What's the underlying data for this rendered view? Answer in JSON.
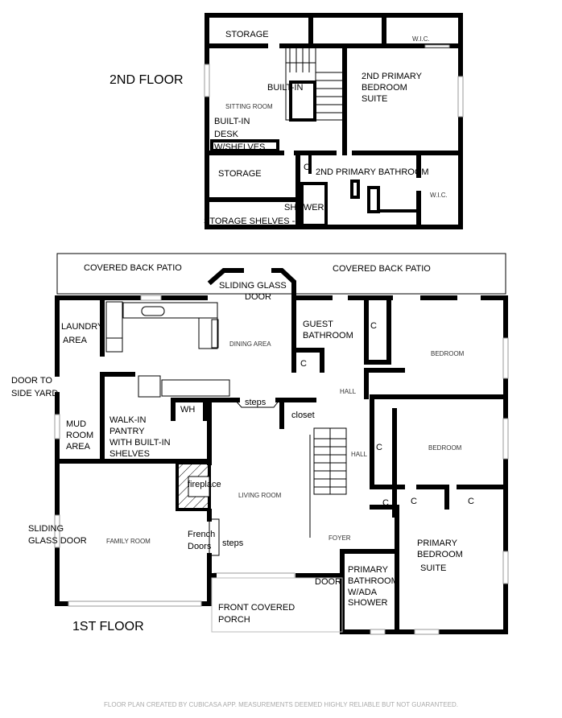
{
  "second_floor": {
    "title": "2ND FLOOR",
    "rooms": {
      "storage_top": "STORAGE",
      "wic_top": "W.I.C.",
      "built_in": "BUILT-IN",
      "sitting_room": "SITTING ROOM",
      "desk_1": "BUILT-IN",
      "desk_2": "DESK",
      "desk_3": "W/SHELVES",
      "suite_1": "2ND PRIMARY",
      "suite_2": "BEDROOM",
      "suite_3": "SUITE",
      "storage_bottom": "STORAGE",
      "closet": "C",
      "bathroom": "2ND PRIMARY BATHROOM",
      "wic_bottom": "W.I.C.",
      "shower": "SHOWER",
      "storage_shelves": "STORAGE SHELVES -->"
    }
  },
  "first_floor": {
    "title": "1ST FLOOR",
    "rooms": {
      "patio_left": "COVERED BACK PATIO",
      "patio_right": "COVERED BACK PATIO",
      "sliding_1": "SLIDING GLASS",
      "sliding_2": "DOOR",
      "laundry_1": "LAUNDRY",
      "laundry_2": "AREA",
      "dining": "DINING AREA",
      "guest_bath_1": "GUEST",
      "guest_bath_2": "BATHROOM",
      "c1": "C",
      "c2": "C",
      "bedroom_1": "BEDROOM",
      "hall_1": "HALL",
      "side_door_1": "DOOR TO",
      "side_door_2": "SIDE YARD",
      "wh": "WH",
      "steps_1": "steps",
      "closet": "closet",
      "mud_1": "MUD",
      "mud_2": "ROOM",
      "mud_3": "AREA",
      "pantry_1": "WALK-IN",
      "pantry_2": "PANTRY",
      "pantry_3": "WITH BUILT-IN",
      "pantry_4": "SHELVES",
      "c3": "C",
      "bedroom_2": "BEDROOM",
      "hall_2": "HALL",
      "fireplace": "fireplace",
      "living": "LIVING ROOM",
      "c4": "C",
      "c5": "C",
      "c6": "C",
      "sliding_fam_1": "SLIDING",
      "sliding_fam_2": "GLASS DOOR",
      "family": "FAMILY ROOM",
      "french_1": "French",
      "french_2": "Doors",
      "steps_2": "steps",
      "foyer": "FOYER",
      "primary_1": "PRIMARY",
      "primary_2": "BEDROOM",
      "primary_3": "SUITE",
      "door": "DOOR",
      "pbath_1": "PRIMARY",
      "pbath_2": "BATHROOM",
      "pbath_3": "W/ADA",
      "pbath_4": "SHOWER",
      "porch_1": "FRONT COVERED",
      "porch_2": "PORCH"
    }
  },
  "footer": "FLOOR PLAN CREATED BY CUBICASA APP. MEASUREMENTS DEEMED HIGHLY RELIABLE BUT NOT GUARANTEED."
}
